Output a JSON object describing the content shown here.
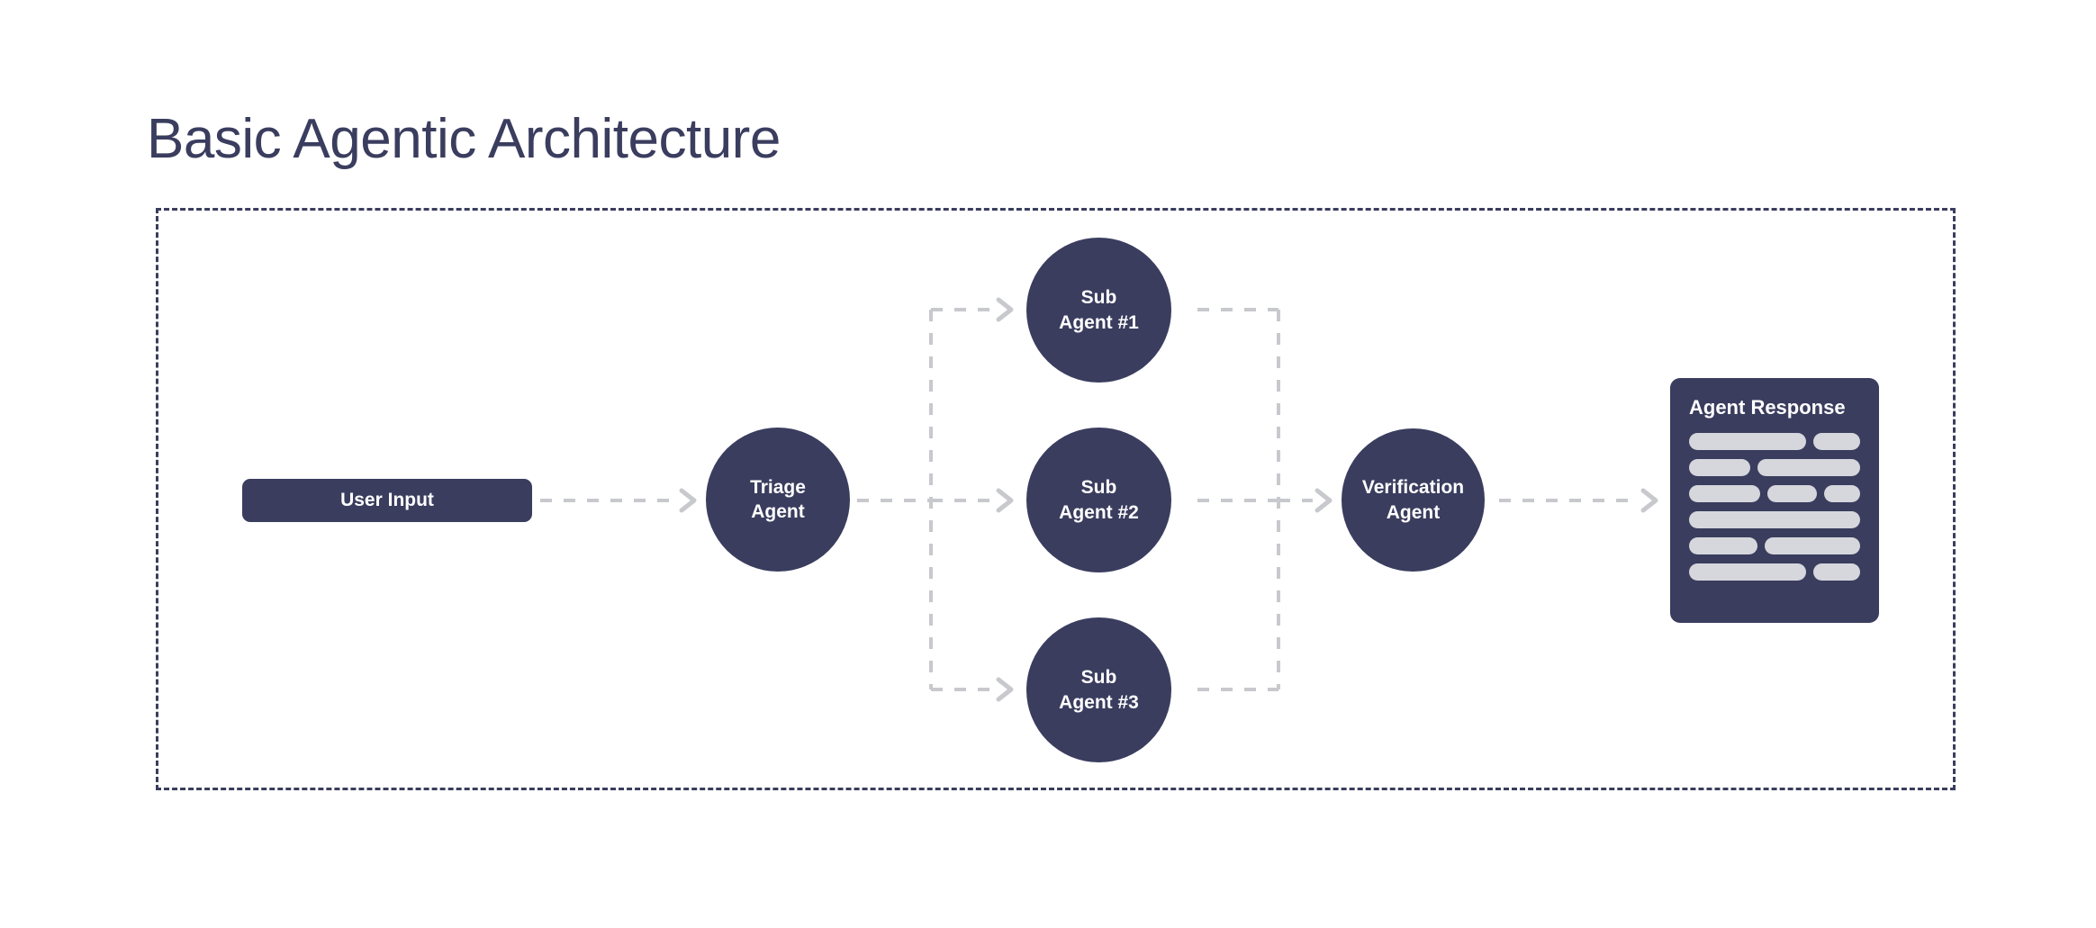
{
  "title": "Basic Agentic Architecture",
  "theme": {
    "background": "#ffffff",
    "navy": "#3A3D5E",
    "dash_gray": "#C8C9CD",
    "pill_gray": "#D6D7DC",
    "node_text": "#ffffff"
  },
  "diagram": {
    "frame_style": "dashed",
    "nodes": {
      "user_input": {
        "label": "User Input",
        "shape": "rounded-rect"
      },
      "triage_agent": {
        "label": "Triage\nAgent",
        "line1": "Triage",
        "line2": "Agent",
        "shape": "circle"
      },
      "sub_agent_1": {
        "label": "Sub Agent #1",
        "line1": "Sub",
        "line2": "Agent #1",
        "shape": "circle"
      },
      "sub_agent_2": {
        "label": "Sub Agent #2",
        "line1": "Sub",
        "line2": "Agent #2",
        "shape": "circle"
      },
      "sub_agent_3": {
        "label": "Sub Agent #3",
        "line1": "Sub",
        "line2": "Agent #3",
        "shape": "circle"
      },
      "verification_agent": {
        "label": "Verification Agent",
        "line1": "Verification",
        "line2": "Agent",
        "shape": "circle"
      },
      "agent_response": {
        "title": "Agent Response",
        "shape": "document-card"
      }
    },
    "response_pill_rows": [
      [
        148,
        60
      ],
      [
        78,
        130
      ],
      [
        110,
        77,
        55
      ],
      [
        216
      ],
      [
        87,
        121
      ],
      [
        148,
        60
      ]
    ],
    "edges": [
      {
        "from": "user_input",
        "to": "triage_agent",
        "style": "dashed-arrow"
      },
      {
        "from": "triage_agent",
        "to": "sub_agent_1",
        "style": "dashed-arrow"
      },
      {
        "from": "triage_agent",
        "to": "sub_agent_2",
        "style": "dashed-arrow"
      },
      {
        "from": "triage_agent",
        "to": "sub_agent_3",
        "style": "dashed-arrow"
      },
      {
        "from": "sub_agent_1",
        "to": "verification_agent",
        "style": "dashed-arrow"
      },
      {
        "from": "sub_agent_2",
        "to": "verification_agent",
        "style": "dashed-arrow"
      },
      {
        "from": "sub_agent_3",
        "to": "verification_agent",
        "style": "dashed-arrow"
      },
      {
        "from": "verification_agent",
        "to": "agent_response",
        "style": "dashed-arrow"
      }
    ]
  }
}
